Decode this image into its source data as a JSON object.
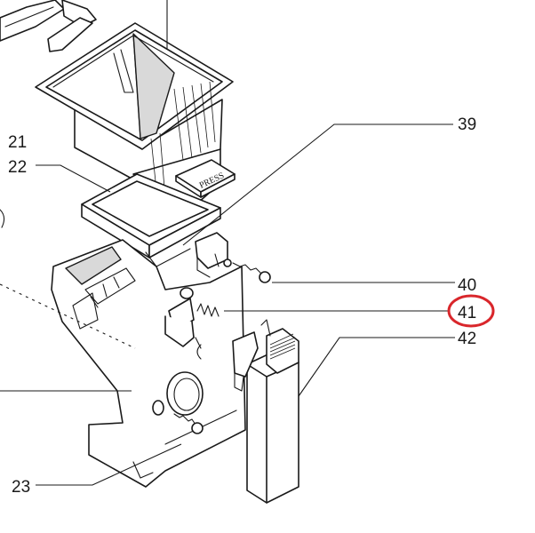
{
  "callouts": {
    "c39": "39",
    "c21": "21",
    "c22": "22",
    "c40": "40",
    "c41": "41",
    "c42": "42",
    "c23": "23"
  },
  "button_text": "PRESS",
  "highlighted_callout": "41",
  "highlight_color": "#d9262b"
}
